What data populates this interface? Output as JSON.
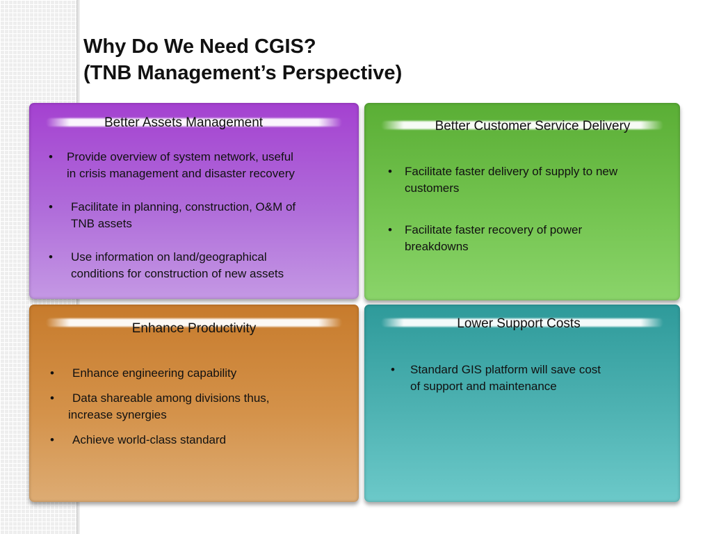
{
  "title": {
    "line1": "Why Do We Need CGIS?",
    "line2": "(TNB Management’s Perspective)"
  },
  "bullet": "•",
  "panels": {
    "assets": {
      "heading": "Better Assets Management",
      "items": [
        [
          "Provide overview of system network, useful",
          "in crisis management and disaster recovery"
        ],
        [
          "Facilitate in planning, construction, O&M of",
          "TNB assets"
        ],
        [
          "Use information on land/geographical",
          "conditions for construction of new assets"
        ]
      ]
    },
    "customer": {
      "heading": "Better Customer Service Delivery",
      "items": [
        [
          "Facilitate faster delivery of supply to new",
          "customers"
        ],
        [
          "Facilitate faster recovery of power",
          "breakdowns"
        ]
      ]
    },
    "productivity": {
      "heading": "Enhance Productivity",
      "items": [
        [
          "Enhance engineering capability"
        ],
        [
          "Data shareable among divisions thus,",
          "increase synergies"
        ],
        [
          "Achieve world-class standard"
        ]
      ]
    },
    "support": {
      "heading": "Lower Support Costs",
      "items": [
        [
          "Standard GIS platform will save cost",
          "of support and maintenance"
        ]
      ]
    }
  },
  "colors": {
    "assets": "#a441d0",
    "customer": "#5aae35",
    "productivity": "#c77b2c",
    "support": "#2e9a9a"
  }
}
